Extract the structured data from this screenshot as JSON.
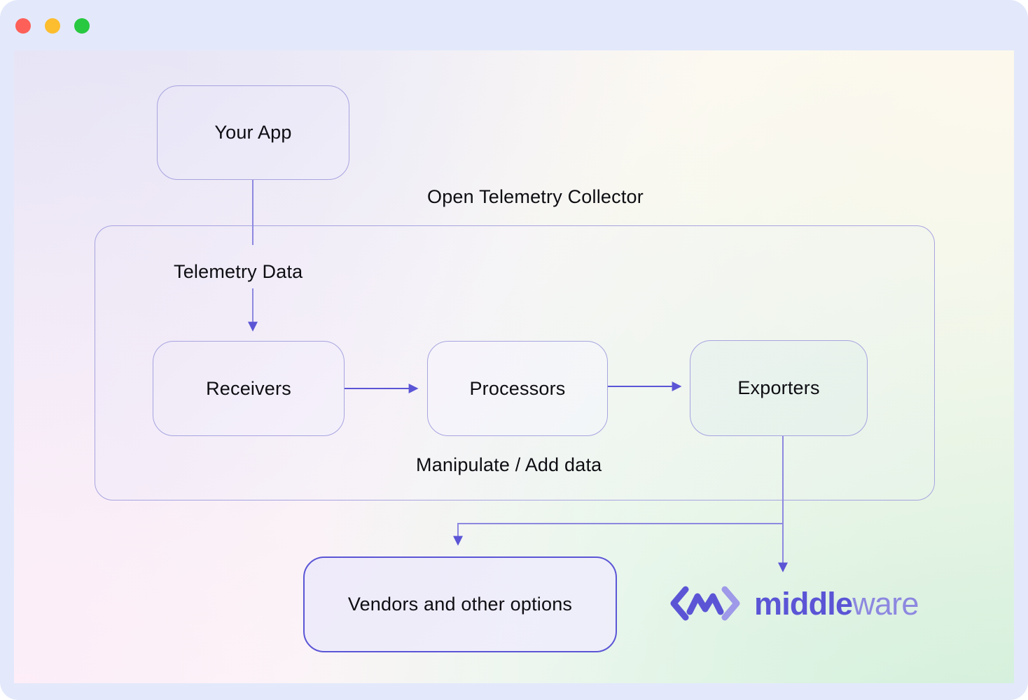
{
  "window": {
    "traffic_lights": [
      {
        "name": "close",
        "color": "#fc6058"
      },
      {
        "name": "minimize",
        "color": "#fcbd2e"
      },
      {
        "name": "maximize",
        "color": "#28c840"
      }
    ],
    "frame_color": "#e3e9fb"
  },
  "diagram": {
    "title": "Open Telemetry Collector",
    "nodes": {
      "your_app": "Your App",
      "receivers": "Receivers",
      "processors": "Processors",
      "exporters": "Exporters",
      "vendors": "Vendors and other options"
    },
    "labels": {
      "collector": "Open Telemetry Collector",
      "telemetry_data": "Telemetry Data",
      "manipulate": "Manipulate / Add data"
    },
    "logo": {
      "mark": "middleware-logo-icon",
      "word_strong": "middle",
      "word_light": "ware",
      "full_text": "middleware"
    },
    "colors": {
      "node_border": "#a7a4e0",
      "node_border_accent": "#5b55d6",
      "arrow": "#5b55d6",
      "text": "#0d0d12",
      "logo_strong": "#5b55d6",
      "logo_light": "#8d88e0"
    },
    "edges": [
      {
        "from": "your_app",
        "to": "receivers",
        "label": "Telemetry Data"
      },
      {
        "from": "receivers",
        "to": "processors",
        "label": ""
      },
      {
        "from": "processors",
        "to": "exporters",
        "label": ""
      },
      {
        "from": "exporters",
        "to": "vendors",
        "label": ""
      },
      {
        "from": "exporters",
        "to": "middleware",
        "label": ""
      }
    ]
  }
}
